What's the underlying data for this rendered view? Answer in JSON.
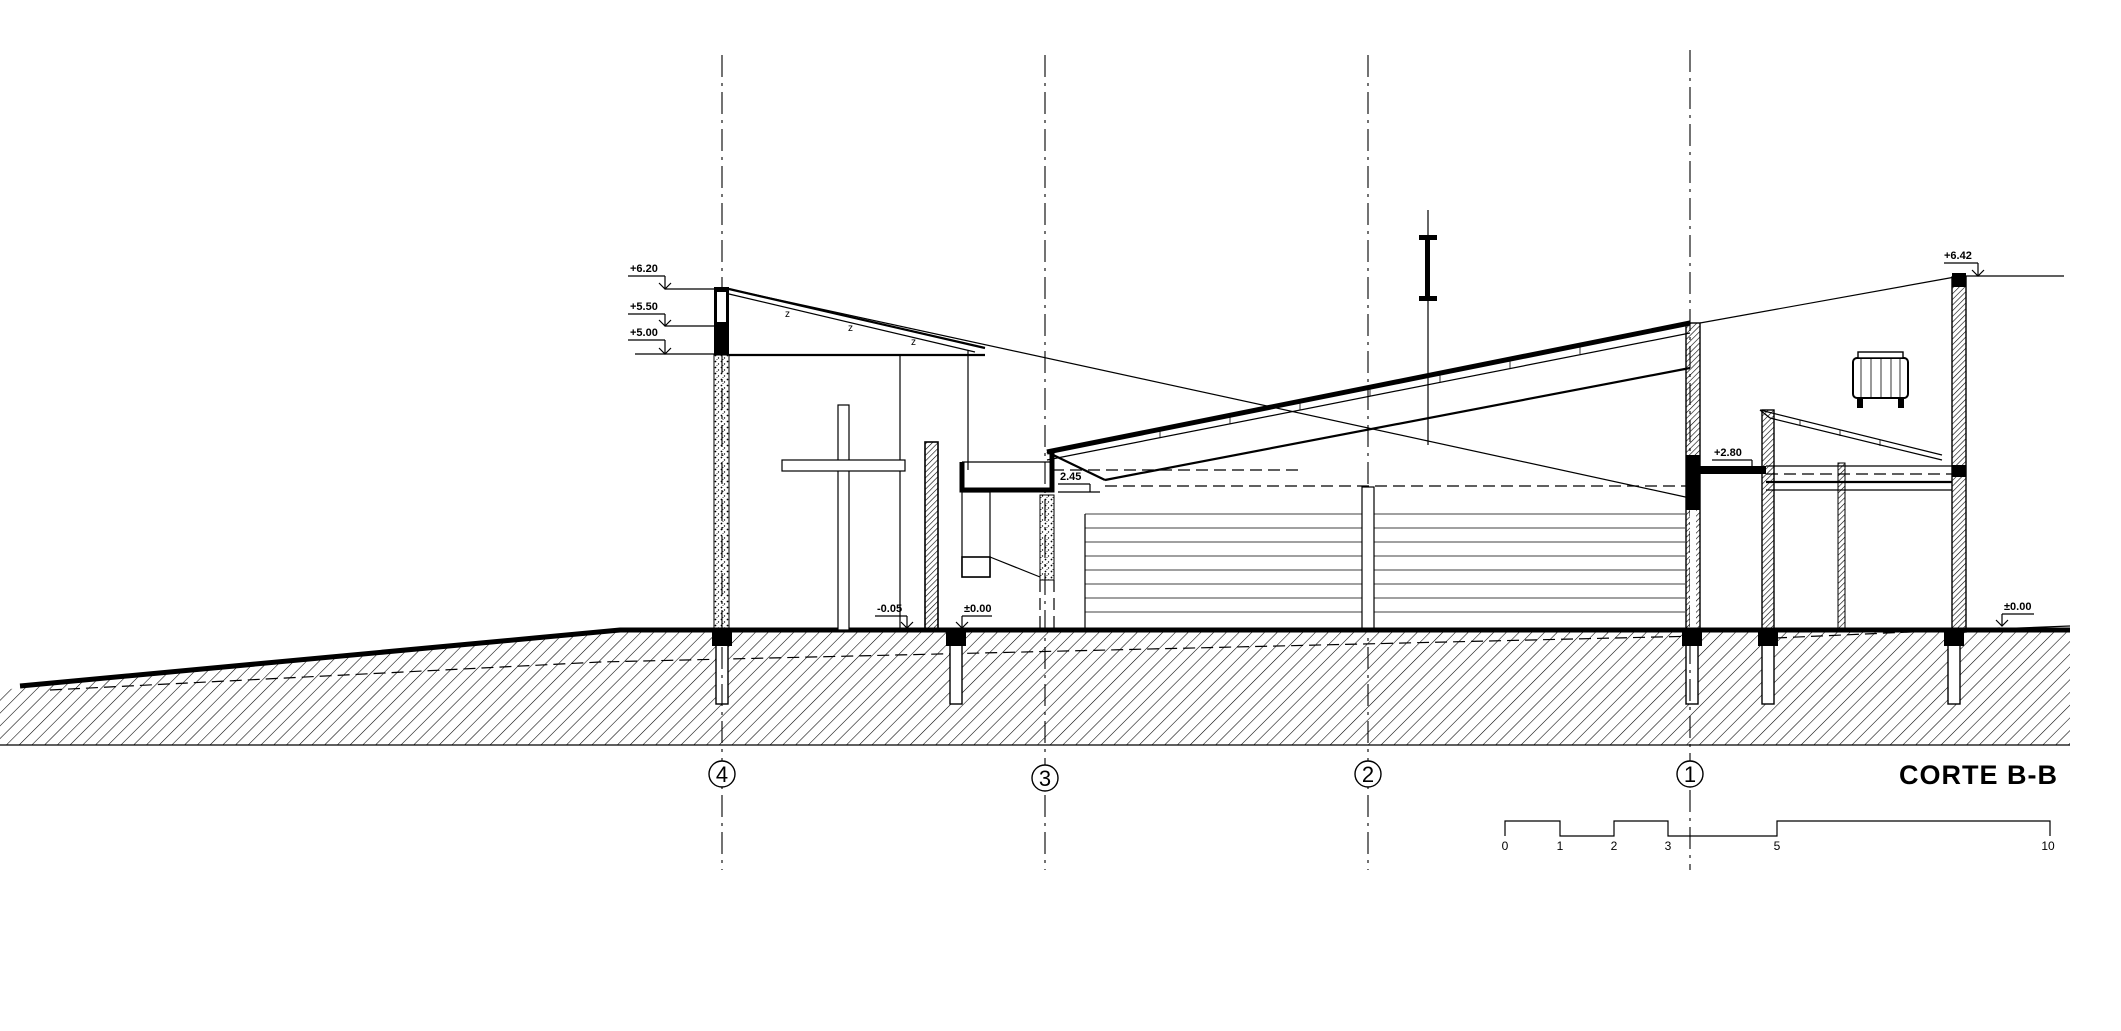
{
  "drawing": {
    "title": "CORTE B-B",
    "axes": [
      "4",
      "3",
      "2",
      "1"
    ],
    "levels": [
      "+6.20",
      "+5.50",
      "+5.00",
      "+6.42",
      "+2.80",
      "2.45",
      "-0.05",
      "±0.00",
      "±0.00"
    ],
    "scale_bar": {
      "ticks": [
        "0",
        "1",
        "2",
        "3",
        "5",
        "10"
      ]
    },
    "colors": {
      "line": "#000000",
      "background": "#ffffff"
    }
  }
}
